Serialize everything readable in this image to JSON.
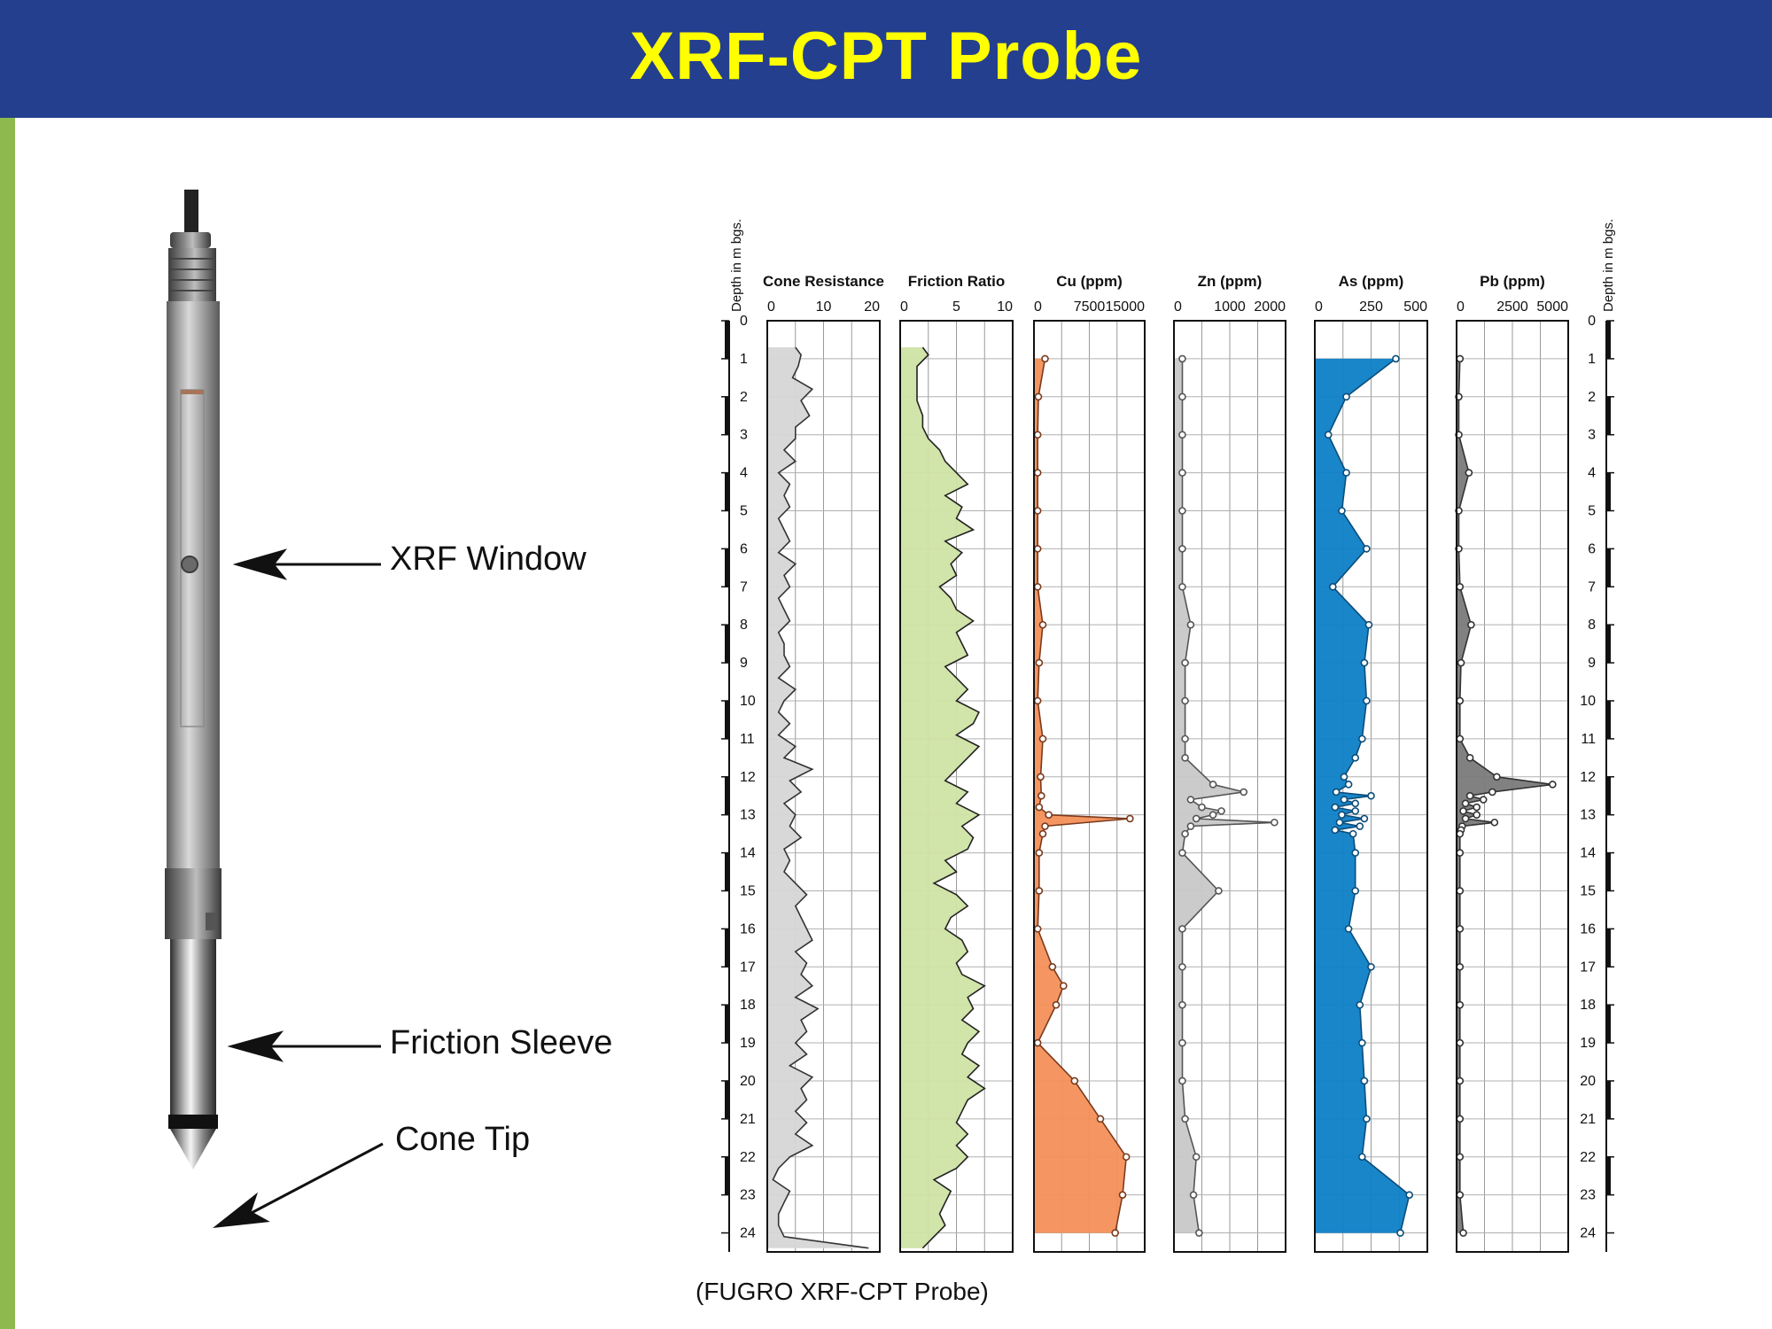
{
  "header": {
    "title": "XRF-CPT Probe"
  },
  "probe": {
    "labels": {
      "xrf_window": "XRF Window",
      "friction_sleeve": "Friction Sleeve",
      "cone_tip": "Cone Tip"
    }
  },
  "caption": "(FUGRO XRF-CPT Probe)",
  "colors": {
    "header_bg": "#243f8d",
    "title": "#ffff00",
    "side_bar": "#8db94e",
    "cu": "#f4905a",
    "zn": "#c8c8c8",
    "as": "#0d7fc6",
    "pb": "#7a7a7a"
  },
  "chart_data": {
    "type": "line",
    "orientation": "vertical depth log",
    "depth_axis": {
      "label": "Depth in m bgs.",
      "ticks": [
        0,
        1,
        2,
        3,
        4,
        5,
        6,
        7,
        8,
        9,
        10,
        11,
        12,
        13,
        14,
        15,
        16,
        17,
        18,
        19,
        20,
        21,
        22,
        23,
        24
      ],
      "range": [
        0,
        24.5
      ]
    },
    "panels": [
      {
        "name": "Cone Resistance",
        "ticks": [
          "0",
          "10",
          "20"
        ],
        "xlim": [
          0,
          20
        ],
        "depth": [
          0.7,
          0.9,
          1.2,
          1.5,
          1.8,
          2.1,
          2.5,
          2.8,
          3.1,
          3.4,
          3.7,
          4.0,
          4.3,
          4.6,
          4.9,
          5.2,
          5.5,
          5.8,
          6.1,
          6.4,
          6.7,
          7.0,
          7.3,
          7.6,
          7.9,
          8.2,
          8.5,
          8.8,
          9.1,
          9.4,
          9.7,
          10.0,
          10.3,
          10.6,
          10.9,
          11.2,
          11.5,
          11.8,
          12.1,
          12.4,
          12.7,
          13.0,
          13.3,
          13.6,
          13.9,
          14.2,
          14.5,
          14.8,
          15.1,
          15.4,
          15.7,
          16.0,
          16.3,
          16.6,
          16.9,
          17.2,
          17.5,
          17.8,
          18.1,
          18.4,
          18.7,
          19.0,
          19.3,
          19.6,
          19.9,
          20.2,
          20.5,
          20.8,
          21.1,
          21.4,
          21.7,
          22.0,
          22.3,
          22.6,
          22.9,
          23.2,
          23.5,
          23.8,
          24.1,
          24.4
        ],
        "values": [
          5,
          6,
          5.5,
          4.5,
          8,
          6,
          7.5,
          5,
          5,
          3,
          5,
          2,
          4,
          3,
          4,
          2,
          3,
          4,
          2,
          5,
          3,
          4,
          2,
          3,
          4,
          2,
          3,
          3,
          4,
          2,
          5,
          3,
          2,
          4,
          2,
          5,
          3,
          8,
          4,
          6,
          3,
          5,
          4,
          6,
          3,
          4,
          3,
          5,
          7,
          5,
          6,
          7,
          8,
          5,
          7,
          6,
          8,
          5,
          9,
          6,
          7,
          5,
          7,
          4,
          8,
          6,
          7,
          5,
          7,
          5,
          8,
          4,
          2,
          1,
          4,
          3,
          2,
          2,
          3,
          18
        ]
      },
      {
        "name": "Friction Ratio",
        "ticks": [
          "0",
          "5",
          "10"
        ],
        "xlim": [
          0,
          10
        ],
        "depth": [
          0.7,
          0.9,
          1.2,
          1.5,
          1.8,
          2.1,
          2.5,
          2.8,
          3.1,
          3.4,
          3.7,
          4.0,
          4.3,
          4.6,
          4.9,
          5.2,
          5.5,
          5.8,
          6.1,
          6.4,
          6.7,
          7.0,
          7.3,
          7.6,
          7.9,
          8.2,
          8.5,
          8.8,
          9.1,
          9.4,
          9.7,
          10.0,
          10.3,
          10.6,
          10.9,
          11.2,
          11.5,
          11.8,
          12.1,
          12.4,
          12.7,
          13.0,
          13.3,
          13.6,
          13.9,
          14.2,
          14.5,
          14.8,
          15.1,
          15.4,
          15.7,
          16.0,
          16.3,
          16.6,
          16.9,
          17.2,
          17.5,
          17.8,
          18.1,
          18.4,
          18.7,
          19.0,
          19.3,
          19.6,
          19.9,
          20.2,
          20.5,
          20.8,
          21.1,
          21.4,
          21.7,
          22.0,
          22.3,
          22.6,
          22.9,
          23.2,
          23.5,
          23.8,
          24.1,
          24.4
        ],
        "values": [
          2,
          2.5,
          1.5,
          1.5,
          1.5,
          1.5,
          2,
          2,
          2.5,
          3.5,
          4,
          5,
          6,
          4,
          5.5,
          5,
          6.5,
          4,
          5.5,
          4.5,
          5,
          3.5,
          4.5,
          5,
          6.5,
          5,
          5.5,
          6,
          4,
          5,
          6,
          5,
          7,
          6.5,
          5,
          7,
          6,
          5,
          4,
          6,
          5,
          7,
          5.5,
          6.5,
          6,
          4,
          5,
          3,
          5,
          6,
          4.5,
          4,
          5.5,
          6,
          5,
          5.5,
          7.5,
          6,
          6.5,
          5.5,
          7,
          6,
          5.5,
          7,
          6,
          7.5,
          6,
          5.5,
          5,
          6,
          5,
          6,
          5,
          3,
          4.5,
          4,
          3.5,
          4,
          3,
          2
        ]
      },
      {
        "name": "Cu (ppm)",
        "ticks": [
          "0",
          "7500",
          "15000"
        ],
        "xlim": [
          0,
          15000
        ],
        "depth": [
          1,
          2,
          3,
          4,
          5,
          6,
          7,
          8,
          9,
          10,
          11,
          12,
          12.5,
          12.8,
          13.0,
          13.1,
          13.3,
          13.5,
          14,
          15,
          16,
          17,
          17.5,
          18,
          19,
          20,
          21,
          22,
          23,
          24
        ],
        "values": [
          1500,
          600,
          500,
          500,
          500,
          500,
          500,
          1200,
          700,
          500,
          1200,
          900,
          1000,
          700,
          2000,
          13000,
          1500,
          1200,
          700,
          700,
          500,
          2500,
          4000,
          3000,
          500,
          5500,
          9000,
          12500,
          12000,
          11000
        ]
      },
      {
        "name": "Zn (ppm)",
        "ticks": [
          "0",
          "1000",
          "2000"
        ],
        "xlim": [
          0,
          2000
        ],
        "depth": [
          1,
          2,
          3,
          4,
          5,
          6,
          7,
          8,
          9,
          10,
          11,
          11.5,
          12.2,
          12.4,
          12.6,
          12.8,
          12.9,
          13.0,
          13.1,
          13.2,
          13.3,
          13.5,
          14,
          15,
          16,
          17,
          18,
          19,
          20,
          21,
          22,
          23,
          24
        ],
        "values": [
          150,
          150,
          150,
          150,
          150,
          150,
          150,
          300,
          200,
          200,
          200,
          200,
          700,
          1250,
          300,
          500,
          850,
          700,
          400,
          1800,
          300,
          200,
          150,
          800,
          150,
          150,
          150,
          150,
          150,
          200,
          400,
          350,
          450
        ]
      },
      {
        "name": "As (ppm)",
        "ticks": [
          "0",
          "250",
          "500"
        ],
        "xlim": [
          0,
          500
        ],
        "depth": [
          1,
          2,
          3,
          4,
          5,
          6,
          7,
          8,
          9,
          10,
          11,
          11.5,
          12.0,
          12.2,
          12.4,
          12.5,
          12.6,
          12.7,
          12.8,
          12.9,
          13.0,
          13.1,
          13.2,
          13.3,
          13.4,
          13.5,
          14,
          15,
          16,
          17,
          18,
          19,
          20,
          21,
          22,
          23,
          24
        ],
        "values": [
          360,
          140,
          60,
          140,
          120,
          230,
          80,
          240,
          220,
          230,
          210,
          180,
          130,
          150,
          95,
          250,
          130,
          180,
          90,
          180,
          120,
          220,
          110,
          200,
          90,
          170,
          180,
          180,
          150,
          250,
          200,
          210,
          220,
          230,
          210,
          420,
          380
        ]
      },
      {
        "name": "Pb (ppm)",
        "ticks": [
          "0",
          "2500",
          "5000"
        ],
        "xlim": [
          0,
          5000
        ],
        "depth": [
          1,
          2,
          3,
          4,
          5,
          6,
          7,
          8,
          9,
          10,
          11,
          11.5,
          12.0,
          12.2,
          12.4,
          12.5,
          12.6,
          12.7,
          12.8,
          12.9,
          13.0,
          13.1,
          13.2,
          13.3,
          13.4,
          13.5,
          14,
          15,
          16,
          17,
          18,
          19,
          20,
          21,
          22,
          23,
          24
        ],
        "values": [
          150,
          100,
          100,
          550,
          100,
          100,
          150,
          650,
          200,
          150,
          150,
          600,
          1800,
          4300,
          1600,
          600,
          1200,
          400,
          900,
          300,
          900,
          400,
          1700,
          250,
          200,
          150,
          150,
          150,
          150,
          150,
          150,
          150,
          150,
          150,
          150,
          150,
          300
        ]
      }
    ]
  }
}
